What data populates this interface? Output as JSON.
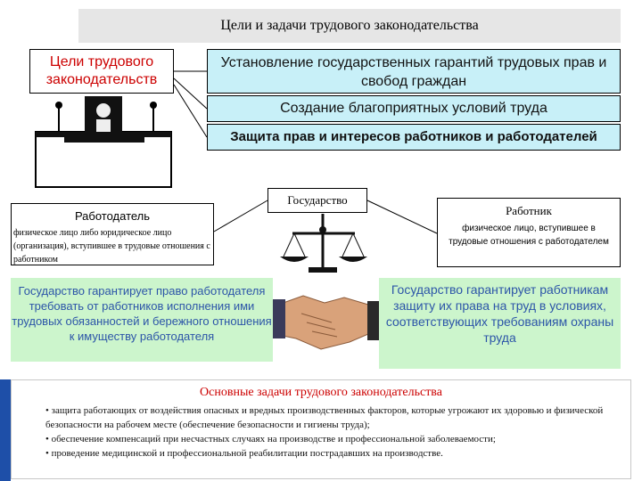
{
  "title": "Цели и задачи трудового законодательства",
  "goals": {
    "label": "Цели трудового законодательств",
    "items": [
      "Установление государственных гарантий трудовых прав и свобод граждан",
      "Создание благоприятных условий труда",
      "Защита прав и интересов работников и работодателей"
    ]
  },
  "state": {
    "label": "Государство"
  },
  "employer": {
    "title": "Работодатель",
    "description": "физическое лицо либо юридическое лицо (организация), вступившее в трудовые отношения с работником"
  },
  "employee": {
    "title": "Работник",
    "description": "физическое лицо, вступившее в трудовые отношения с работодателем"
  },
  "guarantees": {
    "employer": "Государство гарантирует право работодателя требовать от работников исполнения ими трудовых обязанностей и бережного отношения к имуществу работодателя",
    "employee": "Государство гарантирует работникам защиту их права на труд в условиях, соответствующих требованиям охраны труда"
  },
  "tasks": {
    "title": "Основные задачи трудового законодательства",
    "items": [
      "•  защита работающих от воздействия опасных и вредных производственных факторов, которые угрожают их здоровью и физической безопасности на рабочем месте (обеспечение безопасности и гигиены труда);",
      "•  обеспечение компенсаций при несчастных случаях на производстве и профессиональной заболеваемости;",
      "•   проведение медицинской и профессиональной реабилитации пострадавших на производстве."
    ]
  },
  "colors": {
    "goal_fill": "#c8f0f8",
    "guarantee_fill": "#ccf5cc",
    "accent_red": "#cc0000",
    "text_blue": "#2c55a8"
  }
}
